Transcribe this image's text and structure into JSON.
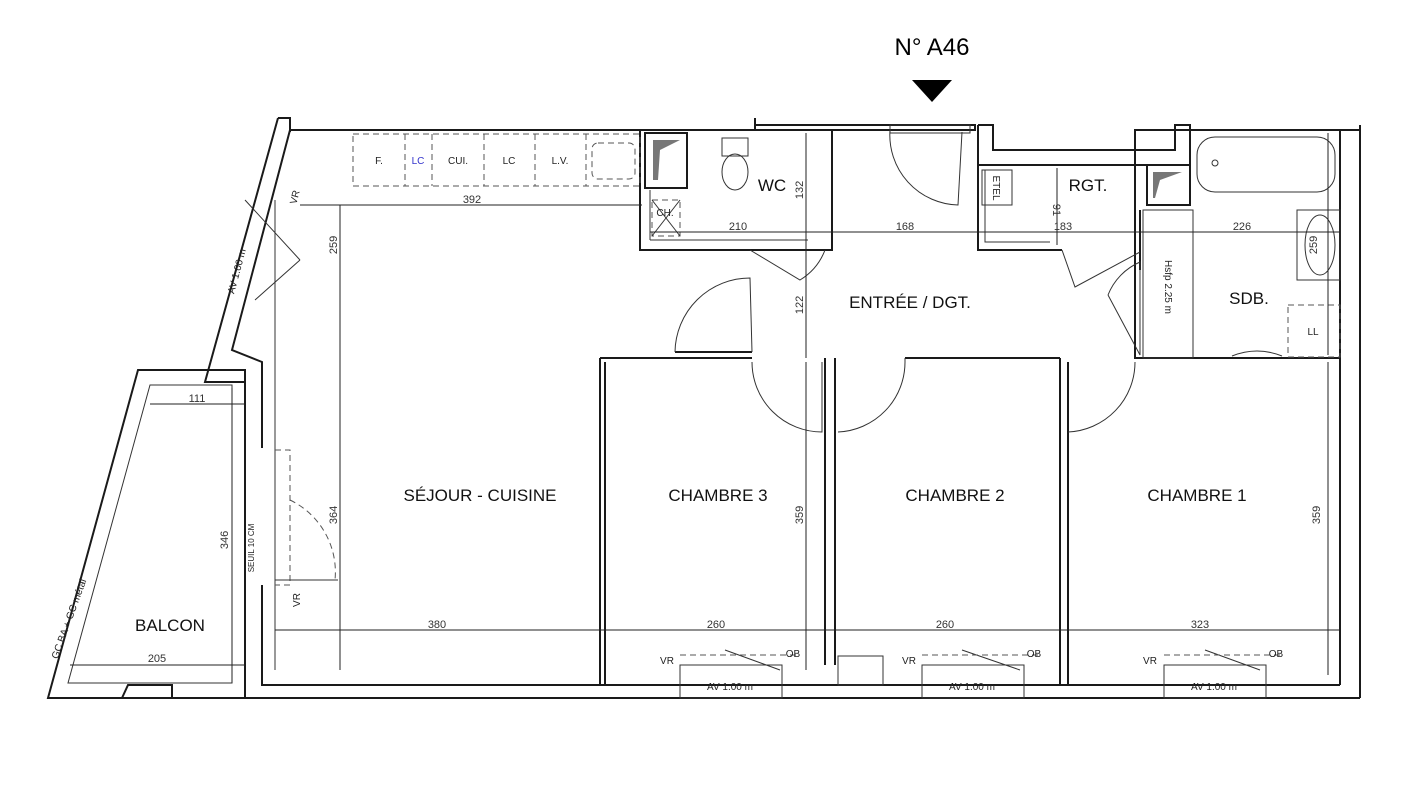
{
  "plan": {
    "title": "N° A46",
    "rooms": {
      "sejour": "SÉJOUR - CUISINE",
      "chambre3": "CHAMBRE 3",
      "chambre2": "CHAMBRE 2",
      "chambre1": "CHAMBRE 1",
      "entree": "ENTRÉE / DGT.",
      "wc": "WC",
      "rgt": "RGT.",
      "sdb": "SDB.",
      "balcon": "BALCON"
    },
    "kitchen": [
      "F.",
      "LC",
      "CUI.",
      "LC",
      "L.V."
    ],
    "fixtures": {
      "ch": "CH.",
      "etel": "ETEL",
      "ll": "LL",
      "hsfp": "Hsfp 2.25 m",
      "seuil": "SEUIL 10 CM",
      "gc": "GC BA + GC métal",
      "vr": "VR",
      "ob": "OB",
      "av": "AV 1.00 m"
    },
    "dimensions": {
      "d392": "392",
      "d210": "210",
      "d168": "168",
      "d183": "183",
      "d226": "226",
      "d132": "132",
      "d91": "91",
      "d259a": "259",
      "d259b": "259",
      "d122": "122",
      "d364": "364",
      "d359a": "359",
      "d359b": "359",
      "d380": "380",
      "d260a": "260",
      "d260b": "260",
      "d323": "323",
      "d111": "111",
      "d346": "346",
      "d205": "205"
    },
    "colors": {
      "lc_accent": "#3333cc"
    }
  }
}
